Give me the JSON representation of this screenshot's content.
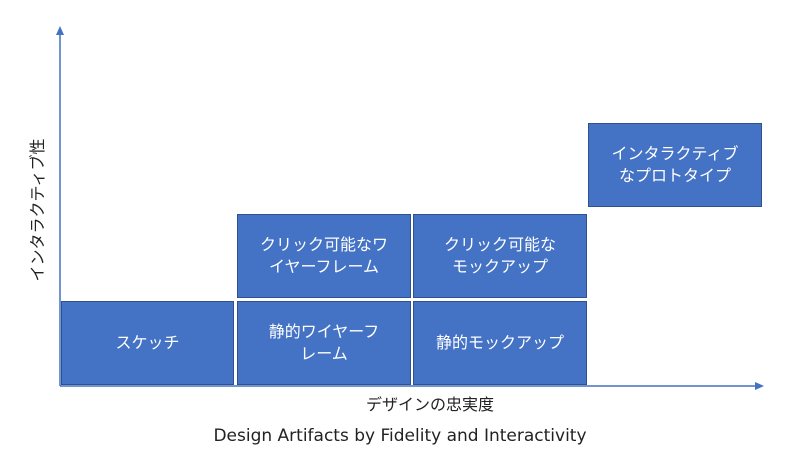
{
  "diagram": {
    "x_axis_label": "デザインの忠実度",
    "y_axis_label": "インタラクティブ性",
    "caption": "Design Artifacts by Fidelity and Interactivity",
    "axis_color": "#4472c4",
    "box_color": "#4472c4",
    "boxes": {
      "sketch": "スケッチ",
      "static_wireframe": "静的ワイヤーフ\nレーム",
      "clickable_wireframe": "クリック可能なワ\nイヤーフレーム",
      "static_mockup": "静的モックアップ",
      "clickable_mockup": "クリック可能な\nモックアップ",
      "interactive_prototype": "インタラクティブ\nなプロトタイプ"
    }
  }
}
